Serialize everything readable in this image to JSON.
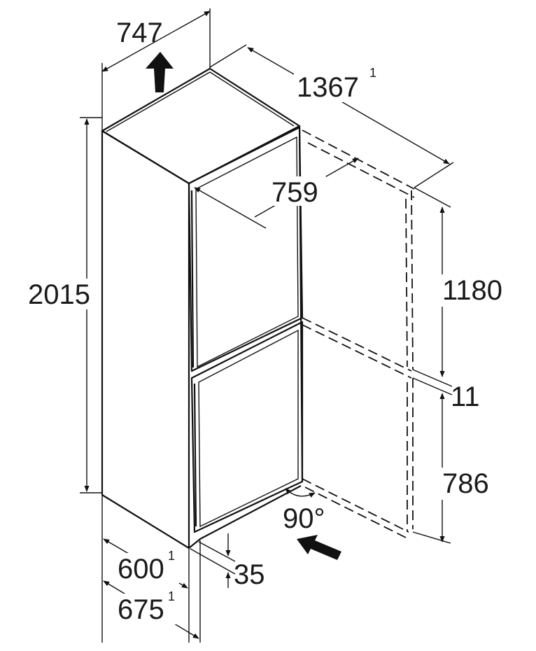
{
  "dimensions": {
    "top_depth": {
      "value": "747"
    },
    "total_depth_door_open": {
      "value": "1367",
      "footnote": "1"
    },
    "door_depth": {
      "value": "759"
    },
    "height": {
      "value": "2015"
    },
    "upper_door_height": {
      "value": "1180"
    },
    "door_gap": {
      "value": "11"
    },
    "lower_door_height": {
      "value": "786"
    },
    "door_angle": {
      "value": "90°"
    },
    "width": {
      "value": "600",
      "footnote": "1"
    },
    "plinth_height": {
      "value": "35"
    },
    "width_with_door": {
      "value": "675",
      "footnote": "1"
    }
  },
  "icons": {
    "airflow_up": "arrow-up-icon",
    "door_swing": "curved-double-arrow-icon",
    "airflow_in": "arrow-diagonal-icon"
  }
}
